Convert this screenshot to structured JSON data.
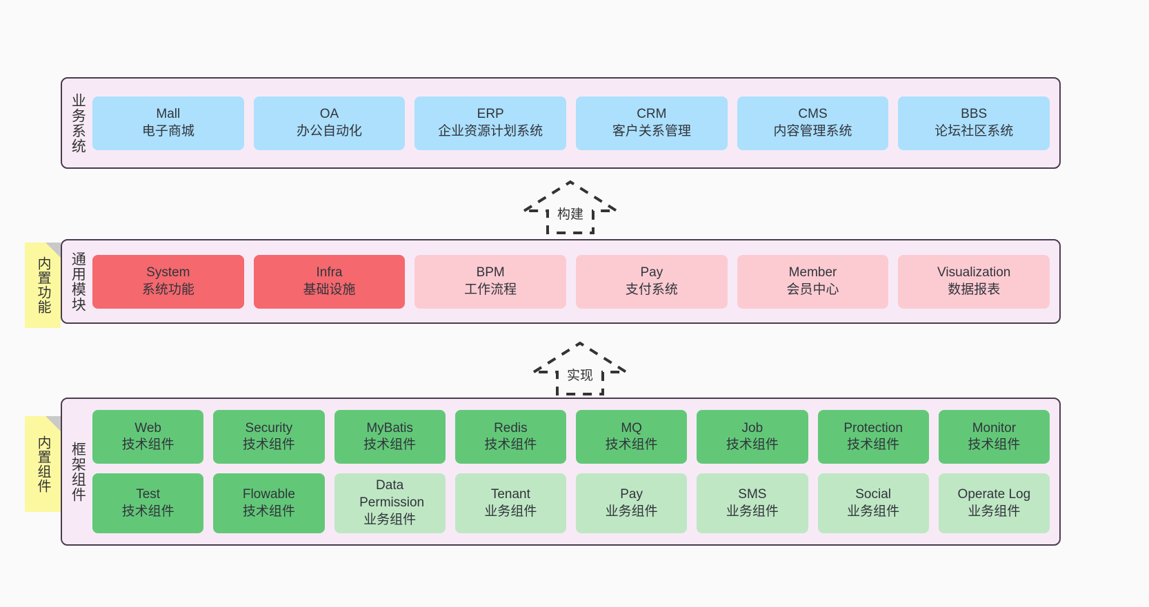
{
  "diagram": {
    "background": "#fafafa",
    "colors": {
      "panel_bg": "#f7eaf6",
      "panel_border": "#4a3b4d",
      "blue": "#ace0fd",
      "red": "#f4686e",
      "pink": "#fccbd2",
      "green": "#62c878",
      "light_green": "#bfe7c4",
      "sticky_yellow": "#fbf8a0"
    },
    "layers": [
      {
        "id": "business-systems",
        "title": "业务系统",
        "cards": [
          {
            "en": "Mall",
            "cn": "电子商城",
            "color": "blue"
          },
          {
            "en": "OA",
            "cn": "办公自动化",
            "color": "blue"
          },
          {
            "en": "ERP",
            "cn": "企业资源计划系统",
            "color": "blue"
          },
          {
            "en": "CRM",
            "cn": "客户关系管理",
            "color": "blue"
          },
          {
            "en": "CMS",
            "cn": "内容管理系统",
            "color": "blue"
          },
          {
            "en": "BBS",
            "cn": "论坛社区系统",
            "color": "blue"
          }
        ]
      },
      {
        "id": "common-modules",
        "title": "通用模块",
        "sticky": "内置功能",
        "cards": [
          {
            "en": "System",
            "cn": "系统功能",
            "color": "red"
          },
          {
            "en": "Infra",
            "cn": "基础设施",
            "color": "red"
          },
          {
            "en": "BPM",
            "cn": "工作流程",
            "color": "pink"
          },
          {
            "en": "Pay",
            "cn": "支付系统",
            "color": "pink"
          },
          {
            "en": "Member",
            "cn": "会员中心",
            "color": "pink"
          },
          {
            "en": "Visualization",
            "cn": "数据报表",
            "color": "pink"
          }
        ]
      },
      {
        "id": "framework-components",
        "title": "框架组件",
        "sticky": "内置组件",
        "rows": [
          [
            {
              "en": "Web",
              "cn": "技术组件",
              "color": "green"
            },
            {
              "en": "Security",
              "cn": "技术组件",
              "color": "green"
            },
            {
              "en": "MyBatis",
              "cn": "技术组件",
              "color": "green"
            },
            {
              "en": "Redis",
              "cn": "技术组件",
              "color": "green"
            },
            {
              "en": "MQ",
              "cn": "技术组件",
              "color": "green"
            },
            {
              "en": "Job",
              "cn": "技术组件",
              "color": "green"
            },
            {
              "en": "Protection",
              "cn": "技术组件",
              "color": "green"
            },
            {
              "en": "Monitor",
              "cn": "技术组件",
              "color": "green"
            }
          ],
          [
            {
              "en": "Test",
              "cn": "技术组件",
              "color": "green"
            },
            {
              "en": "Flowable",
              "cn": "技术组件",
              "color": "green"
            },
            {
              "en": "Data Permission",
              "cn": "业务组件",
              "color": "light_green"
            },
            {
              "en": "Tenant",
              "cn": "业务组件",
              "color": "light_green"
            },
            {
              "en": "Pay",
              "cn": "业务组件",
              "color": "light_green"
            },
            {
              "en": "SMS",
              "cn": "业务组件",
              "color": "light_green"
            },
            {
              "en": "Social",
              "cn": "业务组件",
              "color": "light_green"
            },
            {
              "en": "Operate Log",
              "cn": "业务组件",
              "color": "light_green"
            }
          ]
        ]
      }
    ],
    "arrows": [
      {
        "id": "build-arrow",
        "label": "构建"
      },
      {
        "id": "implement-arrow",
        "label": "实现"
      }
    ]
  }
}
